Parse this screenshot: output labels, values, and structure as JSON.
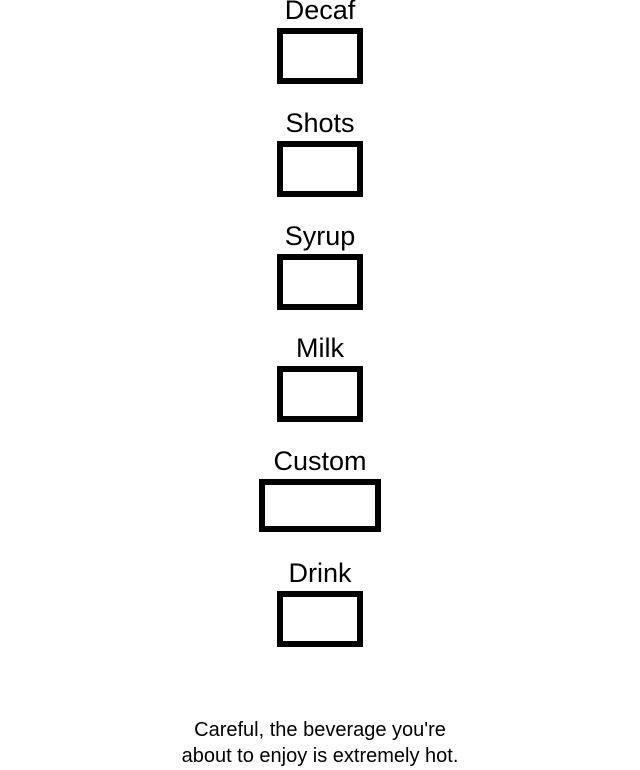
{
  "form": {
    "fields": [
      {
        "label": "Decaf"
      },
      {
        "label": "Shots"
      },
      {
        "label": "Syrup"
      },
      {
        "label": "Milk"
      },
      {
        "label": "Custom"
      },
      {
        "label": "Drink"
      }
    ]
  },
  "footer": {
    "line1": "Careful, the beverage you're",
    "line2": "about to enjoy is extremely hot."
  },
  "colors": {
    "text": "#000000",
    "box_border": "#000000",
    "background": "#ffffff"
  }
}
